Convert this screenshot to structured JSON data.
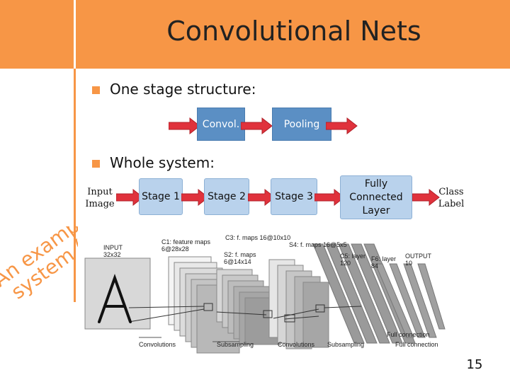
{
  "slide": {
    "title": "Convolutional Nets",
    "page_number": "15"
  },
  "one_stage": {
    "bullet": "One stage structure:",
    "blocks": [
      "Convol.",
      "Pooling"
    ]
  },
  "whole_system": {
    "bullet": "Whole system:",
    "input_label": [
      "Input",
      "Image"
    ],
    "stages": [
      "Stage 1",
      "Stage 2",
      "Stage 3"
    ],
    "fc_label": [
      "Fully",
      "Connected",
      "Layer"
    ],
    "output_label": [
      "Class",
      "Label"
    ]
  },
  "side_caption": {
    "line1": "An example",
    "line2": "system (LeNet):"
  },
  "lenet_figure": {
    "labels": {
      "input": [
        "INPUT",
        "32x32"
      ],
      "c1": [
        "C1: feature maps",
        "6@28x28"
      ],
      "c3": "C3: f. maps 16@10x10",
      "s4": "S4: f. maps 16@5x5",
      "s2": [
        "S2: f. maps",
        "6@14x14"
      ],
      "c5": [
        "C5: layer",
        "120"
      ],
      "f6": [
        "F6: layer",
        "84"
      ],
      "output": [
        "OUTPUT",
        "10"
      ]
    },
    "bottom_labels": [
      "Convolutions",
      "Subsampling",
      "Convolutions",
      "Subsampling",
      "Full connection",
      "Full connection"
    ],
    "input_glyph": "A"
  },
  "colors": {
    "accent": "#f79646",
    "block": "#5b8fc4",
    "stage": "#b9d2ec",
    "arrow": "#e0323c"
  }
}
